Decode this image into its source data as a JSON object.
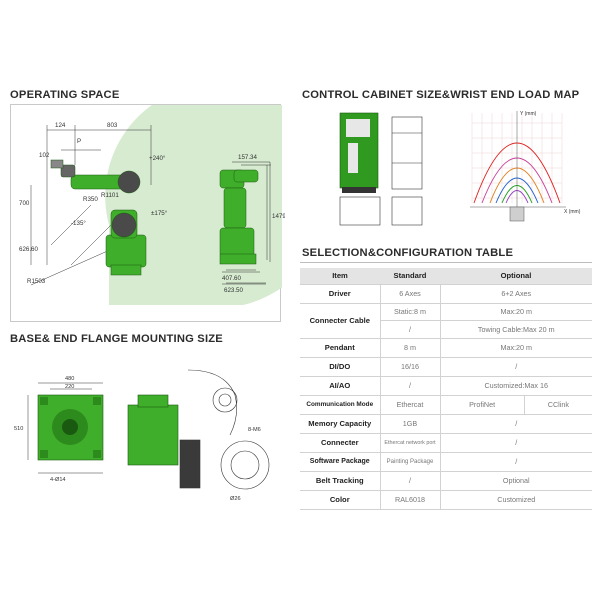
{
  "headings": {
    "operating_space": "OPERATING SPACE",
    "control_cabinet": "CONTROL CABINET SIZE&WRIST END LOAD MAP",
    "selection": "SELECTION&CONFIGURATION TABLE",
    "base_flange": "BASE& END FLANGE MOUNTING SIZE"
  },
  "operating_space": {
    "dims": {
      "d124": "124",
      "d803": "803",
      "d102": "102",
      "dP": "P",
      "d700": "700",
      "d350": "R350",
      "d1101": "R1101",
      "d240": "+240°",
      "d175": "±175°",
      "d135": "-135°",
      "d626": "626.60",
      "d1503": "R1503",
      "d157": "157.34",
      "d1479": "1479",
      "d407": "407.60",
      "d623": "623.50"
    }
  },
  "load_map": {
    "ylabel": "Y (mm)",
    "xlabel": "X (mm)"
  },
  "mounting": {
    "d480": "480",
    "d220": "220",
    "d510": "510",
    "d4": "4-Ø14",
    "d8": "8-M6",
    "d26": "Ø26"
  },
  "table": {
    "headers": [
      "Item",
      "Standard",
      "Optional"
    ],
    "rows": [
      {
        "item": "Driver",
        "standard": "6 Axes",
        "optional": "6+2 Axes"
      },
      {
        "item": "Connecter Cable",
        "standard": "Static:8 m",
        "optional": "Max:20 m",
        "standard2": "/",
        "optional2": "Towing Cable:Max 20 m"
      },
      {
        "item": "Pendant",
        "standard": "8 m",
        "optional": "Max:20 m"
      },
      {
        "item": "DI/DO",
        "standard": "16/16",
        "optional": "/"
      },
      {
        "item": "AI/AO",
        "standard": "/",
        "optional": "Customized:Max 16"
      },
      {
        "item": "Communication Mode",
        "standard": "Ethercat",
        "optional_a": "ProfiNet",
        "optional_b": "CClink"
      },
      {
        "item": "Memory Capacity",
        "standard": "1GB",
        "optional": "/"
      },
      {
        "item": "Connecter",
        "standard": "Ethercat network port",
        "optional": "/"
      },
      {
        "item": "Software Package",
        "standard": "Painting Package",
        "optional": "/"
      },
      {
        "item": "Belt Tracking",
        "standard": "/",
        "optional": "Optional"
      },
      {
        "item": "Color",
        "standard": "RAL6018",
        "optional": "Customized"
      }
    ]
  },
  "colors": {
    "robot_green": "#3fae2a",
    "workspace_green": "#d6ebd0",
    "cabinet_green": "#2f9a1f"
  }
}
